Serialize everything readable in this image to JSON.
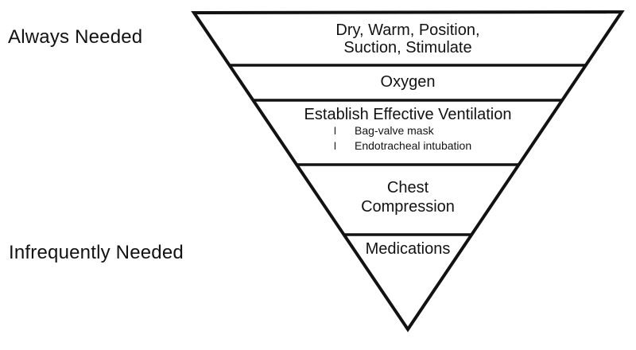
{
  "labels": {
    "always_needed": "Always Needed",
    "infrequently_needed": "Infrequently Needed"
  },
  "pyramid": {
    "tier1": "Dry, Warm, Position,\nSuction, Stimulate",
    "tier2": "Oxygen",
    "tier3_heading": "Establish Effective Ventilation",
    "tier3_bullet_marker": "l",
    "tier3_bullets": [
      "Bag-valve mask",
      "Endotracheal intubation"
    ],
    "tier4": "Chest\nCompression",
    "tier5": "Medications"
  },
  "colors": {
    "line": "#121212",
    "text": "#121212",
    "background": "#ffffff"
  }
}
